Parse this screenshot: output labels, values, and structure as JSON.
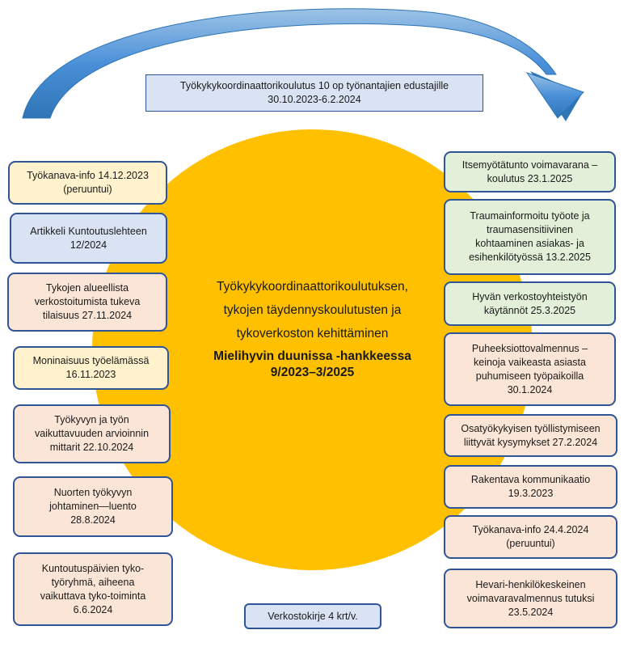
{
  "top_box": {
    "line1": "Työkykykoordinaattorikoulutus 10 op työnantajien edustajille",
    "line2": "30.10.2023-6.2.2024"
  },
  "center": {
    "line1": "Työkykykoordinaattorikoulutuksen,",
    "line2": "tykojen täydennyskoulutusten ja",
    "line3": "tykoverkoston kehittäminen",
    "bold1": "Mielihyvin duunissa -hankkeessa",
    "bold2": "9/2023–3/2025"
  },
  "left_boxes": [
    {
      "text": "Työkanava-info 14.12.2023\n(peruuntui)"
    },
    {
      "text": "Artikkeli Kuntoutuslehteen\n12/2024"
    },
    {
      "text": "Tykojen alueellista\nverkostoitumista tukeva\ntilaisuus 27.11.2024"
    },
    {
      "text": "Moninaisuus työelämässä\n16.11.2023"
    },
    {
      "text": "Työkyvyn ja työn\nvaikuttavuuden arvioinnin\nmittarit 22.10.2024"
    },
    {
      "text": "Nuorten työkyvyn\njohtaminen—luento\n28.8.2024"
    },
    {
      "text": "Kuntoutuspäivien tyko-\ntyöryhmä, aiheena\nvaikuttava tyko-toiminta\n6.6.2024"
    }
  ],
  "right_boxes": [
    {
      "text": "Itsemyötätunto voimavarana –\nkoulutus 23.1.2025"
    },
    {
      "text": "Traumainformoitu työote ja\ntraumasensitiivinen\nkohtaaminen asiakas- ja\nesihenkilötyössä 13.2.2025"
    },
    {
      "text": "Hyvän verkostoyhteistyön\nkäytännöt 25.3.2025"
    },
    {
      "text": "Puheeksiottovalmennus –\nkeinoja vaikeasta asiasta\npuhumiseen työpaikoilla\n30.1.2024"
    },
    {
      "text": "Osatyökykyisen työllistymiseen\nliittyvät kysymykset 27.2.2024"
    },
    {
      "text": "Rakentava kommunikaatio\n19.3.2023"
    },
    {
      "text": "Työkanava-info 24.4.2024\n(peruuntui)"
    },
    {
      "text": "Hevari-henkilökeskeinen\nvoimavaravalmennus tutuksi\n23.5.2024"
    }
  ],
  "bottom_box": {
    "text": "Verkostokirje 4 krt/v."
  },
  "colors": {
    "circle": "#FFC000",
    "arrow": "#4A90D9",
    "border": "#2F5597",
    "yellow": "#FFF2CC",
    "blue": "#DAE3F3",
    "pink": "#FBE5D6",
    "green": "#E2F0D9"
  }
}
